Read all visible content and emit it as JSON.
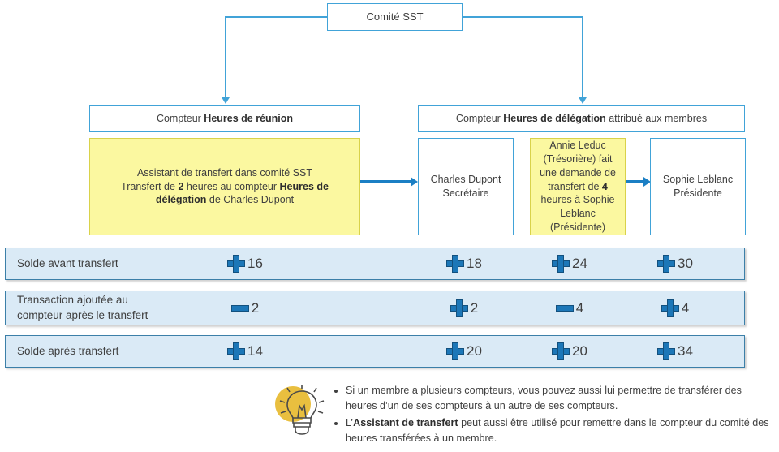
{
  "diagram": {
    "root_box": {
      "label": "Comité SST"
    },
    "counters": [
      {
        "prefix": "Compteur ",
        "bold": "Heures de réunion",
        "suffix": ""
      },
      {
        "prefix": "Compteur ",
        "bold": "Heures de délégation",
        "suffix": " attribué aux membres"
      }
    ],
    "assistant_box": {
      "line1": "Assistant de transfert dans comité SST",
      "line2_a": "Transfert de ",
      "line2_bold1": "2",
      "line2_b": " heures au compteur ",
      "line2_bold2": "Heures de délégation",
      "line2_c": " de Charles Dupont"
    },
    "members": [
      {
        "name": "Charles Dupont",
        "role": "Secrétaire"
      },
      {
        "name": "Sophie Leblanc",
        "role": "Présidente"
      }
    ],
    "request_box": {
      "text_a": "Annie Leduc (Trésorière) fait une demande de transfert de ",
      "bold": "4",
      "text_b": " heures à Sophie Leblanc (Présidente)"
    }
  },
  "table": {
    "rows": [
      {
        "label": "Solde avant transfert",
        "cells": [
          {
            "sign": "plus-icon",
            "value": "16"
          },
          {
            "sign": "plus-icon",
            "value": "18"
          },
          {
            "sign": "plus-icon",
            "value": "24"
          },
          {
            "sign": "plus-icon",
            "value": "30"
          }
        ]
      },
      {
        "label": "Transaction ajoutée au\ncompteur après le transfert",
        "cells": [
          {
            "sign": "minus-icon",
            "value": "2"
          },
          {
            "sign": "plus-icon",
            "value": "2"
          },
          {
            "sign": "minus-icon",
            "value": "4"
          },
          {
            "sign": "plus-icon",
            "value": "4"
          }
        ]
      },
      {
        "label": "Solde après transfert",
        "cells": [
          {
            "sign": "plus-icon",
            "value": "14"
          },
          {
            "sign": "plus-icon",
            "value": "20"
          },
          {
            "sign": "plus-icon",
            "value": "20"
          },
          {
            "sign": "plus-icon",
            "value": "34"
          }
        ]
      }
    ]
  },
  "footnote": {
    "icon": "lightbulb-icon",
    "bullets": [
      {
        "text_a": "Si un membre a plusieurs compteurs, vous pouvez aussi lui permettre de transférer des heures d’un de ses compteurs à un autre de ses compteurs.",
        "bold": "",
        "text_b": ""
      },
      {
        "text_a": "L’",
        "bold": "Assistant de transfert",
        "text_b": " peut aussi être utilisé pour remettre dans le compteur du comité des heures transférées à un membre."
      }
    ]
  },
  "colors": {
    "box_border_blue": "#41a3d8",
    "yellow_fill": "#fbf8a0",
    "yellow_border": "#d9d24a",
    "row_fill": "#daeaf6",
    "row_border": "#3b7fa8",
    "sign_blue": "#1c77b8",
    "arrow_blue": "#1b7fc4",
    "bulb_gold": "#e9bf3f"
  }
}
